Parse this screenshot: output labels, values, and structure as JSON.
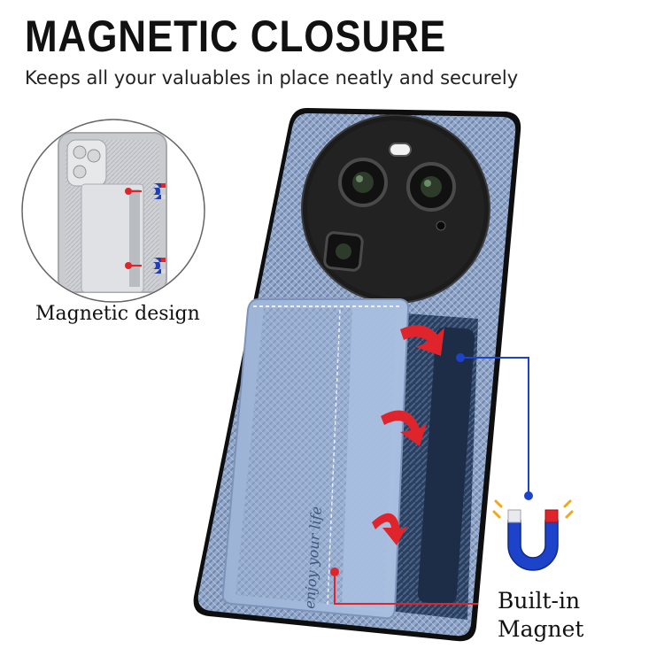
{
  "header": {
    "title": "MAGNETIC CLOSURE",
    "subtitle": "Keeps all your valuables in place neatly and securely"
  },
  "inset": {
    "caption": "Magnetic design"
  },
  "callout": {
    "line1": "Built-in",
    "line2": "Magnet"
  },
  "card": {
    "engraving": "enjoy your life"
  },
  "colors": {
    "case_blue": "#8ea3c6",
    "case_black": "#111111",
    "arrow_red": "#e0242c",
    "leader_blue": "#1c43c9"
  }
}
